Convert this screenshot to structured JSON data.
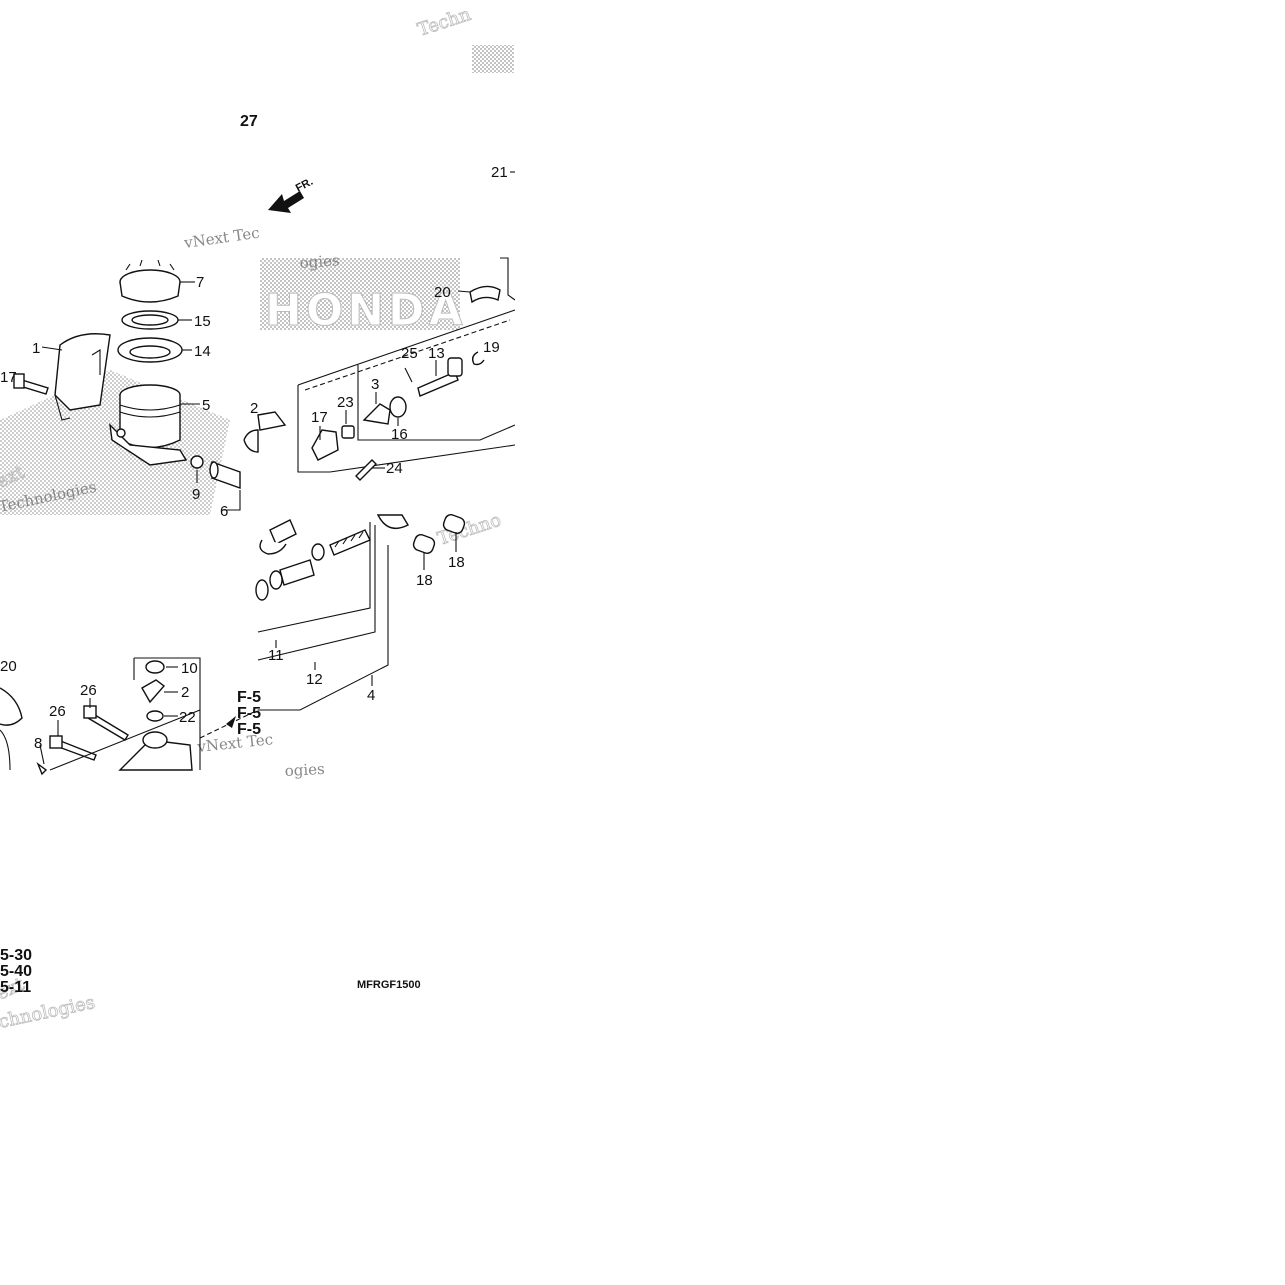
{
  "diagram": {
    "part_labels": [
      "27",
      "21",
      "7",
      "15",
      "14",
      "1",
      "17",
      "5",
      "9",
      "6",
      "2",
      "20",
      "25",
      "13",
      "19",
      "3",
      "23",
      "17",
      "16",
      "24",
      "18",
      "18",
      "11",
      "12",
      "4",
      "10",
      "2",
      "22",
      "26",
      "26",
      "8",
      "20"
    ],
    "front_marker": "FR.",
    "ref_codes": [
      "F-5",
      "F-5",
      "F-5"
    ],
    "bottom_refs": [
      "5-30",
      "5-40",
      "5-11"
    ],
    "catalog_code": "MFRGF1500",
    "watermarks": [
      "Techn",
      "vNext Tec",
      "ogies",
      "Technologies",
      "ext",
      "chnologies",
      "Techno",
      "vNext Tec",
      "ogies",
      "ext",
      "chnologies"
    ],
    "brand_logo": "HONDA"
  }
}
